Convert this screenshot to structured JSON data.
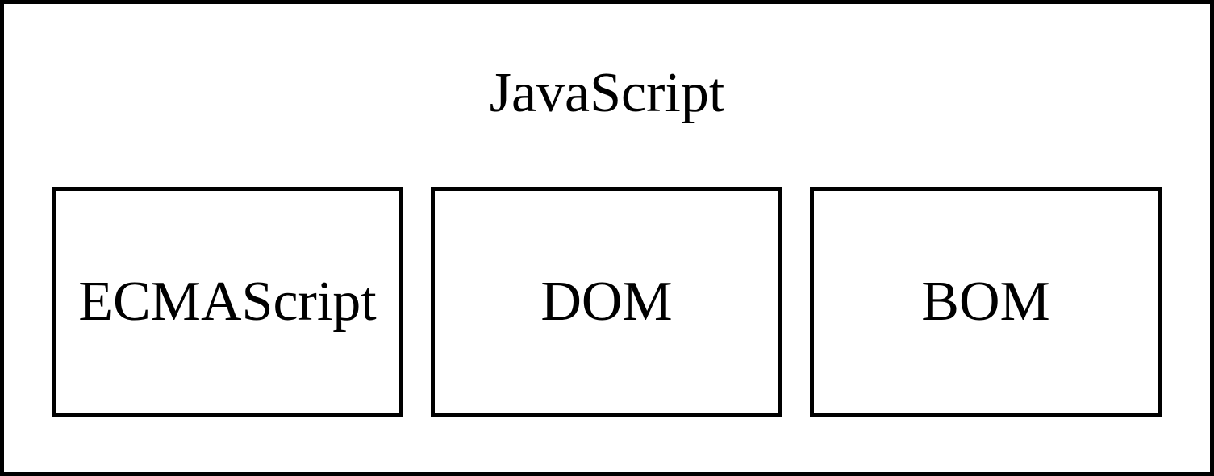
{
  "diagram": {
    "title": "JavaScript",
    "boxes": [
      {
        "label": "ECMAScript"
      },
      {
        "label": "DOM"
      },
      {
        "label": "BOM"
      }
    ]
  },
  "colors": {
    "border": "#000000",
    "background": "#ffffff",
    "text": "#000000"
  }
}
